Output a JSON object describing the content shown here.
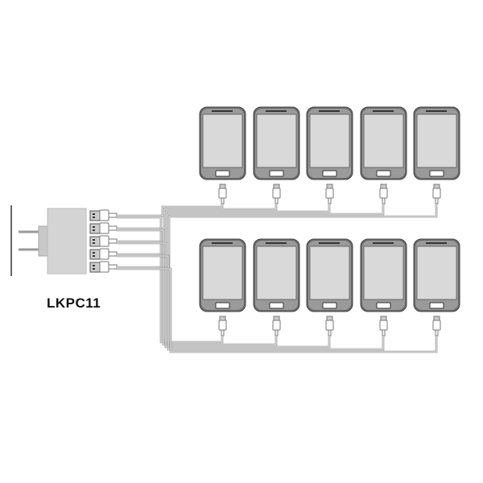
{
  "product_label": "LKPC11",
  "usb_port_count": 5,
  "phones": {
    "rows": 2,
    "per_row": 5
  },
  "colors": {
    "charger": "#d4d4d4",
    "phone_screen": "#d9d9d9",
    "phone_body": "#6b6b6b",
    "cable": "#8a8a8a",
    "outline": "#444444"
  }
}
